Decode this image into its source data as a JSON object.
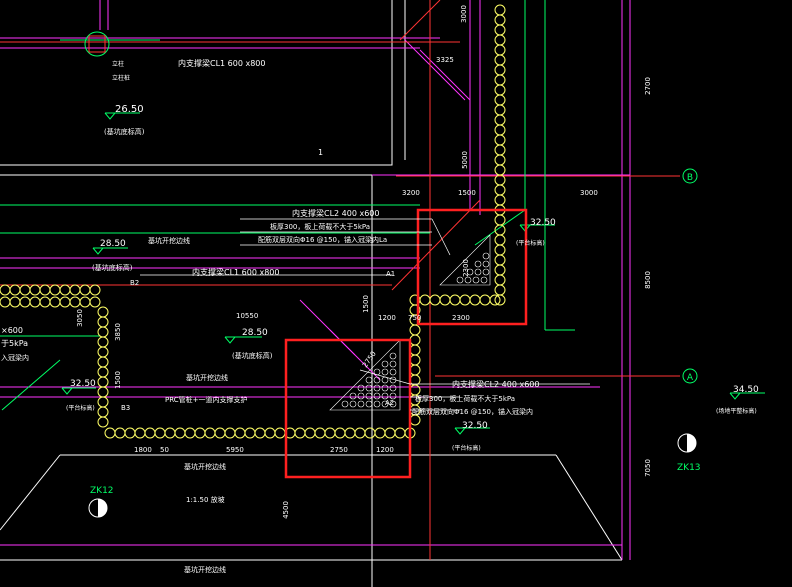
{
  "colors": {
    "background": "#000000",
    "wall": "#ff33ff",
    "axis": "#ff3333",
    "pile": "#ffff66",
    "elevation": "#00ff66",
    "highlight": "#ff2020",
    "text": "#ffffff"
  },
  "axes": {
    "b": "B",
    "a": "A"
  },
  "elevations": {
    "e1": "26.50",
    "e1_note": "(基坑底标高)",
    "e2": "28.50",
    "e2_note": "(基坑底标高)",
    "e3": "28.50",
    "e3_note": "(基坑底标高)",
    "e4": "32.50",
    "e4_note": "(平台标高)",
    "e5": "32.50",
    "e5_note": "(平台标高)",
    "e6": "32.50",
    "e6_note": "(平台标高)",
    "e7": "34.50",
    "e7_note": "(场地平整标高)"
  },
  "labels": {
    "col_left": "立柱",
    "col_pile": "立柱桩",
    "beam_cl1_top": "内支撑梁CL1 600 x800",
    "beam_cl1_mid": "内支撑梁CL1 600 x800",
    "beam_cl2_top": "内支撑梁CL2 400 x600",
    "beam_cl2_bot": "内支撑梁CL2 400 x600",
    "slab_top": "板厚300，板上荷载不大于5kPa",
    "rebar_top": "配筋双层双向Φ16 @150，锚入冠梁内La",
    "slab_bot": "板厚300，板上荷载不大于5kPa",
    "rebar_bot": "配筋双层双向Φ16 @150，锚入冠梁内",
    "pit_line": "基坑开挖边线",
    "pit_line2": "基坑开挖边线",
    "pit_line3": "基坑开挖边线",
    "pit_line4": "基坑开挖边线",
    "prc": "PRC管桩+一道内支撑支护",
    "slope": "1:1.50 放坡",
    "left_frag1": "×600",
    "left_frag2": "于5kPa",
    "left_frag3": "入冠梁内",
    "zk12": "ZK12",
    "zk13": "ZK13",
    "a1": "A1",
    "a2": "A2",
    "b2": "B2",
    "b3": "B3",
    "one": "1"
  },
  "dims": {
    "d3000_top": "3000",
    "d3325": "3325",
    "d5000": "5000",
    "d2700": "2700",
    "d3200": "3200",
    "d1500": "1500",
    "d3000_right": "3000",
    "d2300_v": "2300",
    "d8500": "8500",
    "d2300_h": "2300",
    "d1200_a": "1200",
    "d750": "750",
    "d1500_v": "1500",
    "d10550": "10550",
    "d3050": "3050",
    "d3850": "3850",
    "d1500_left": "1500",
    "d1800": "1800",
    "d50": "50",
    "d5950": "5950",
    "d2750": "2750",
    "d1200_b": "1200",
    "d4500": "4500",
    "d7050": "7050",
    "d2750_diag": "2750"
  }
}
